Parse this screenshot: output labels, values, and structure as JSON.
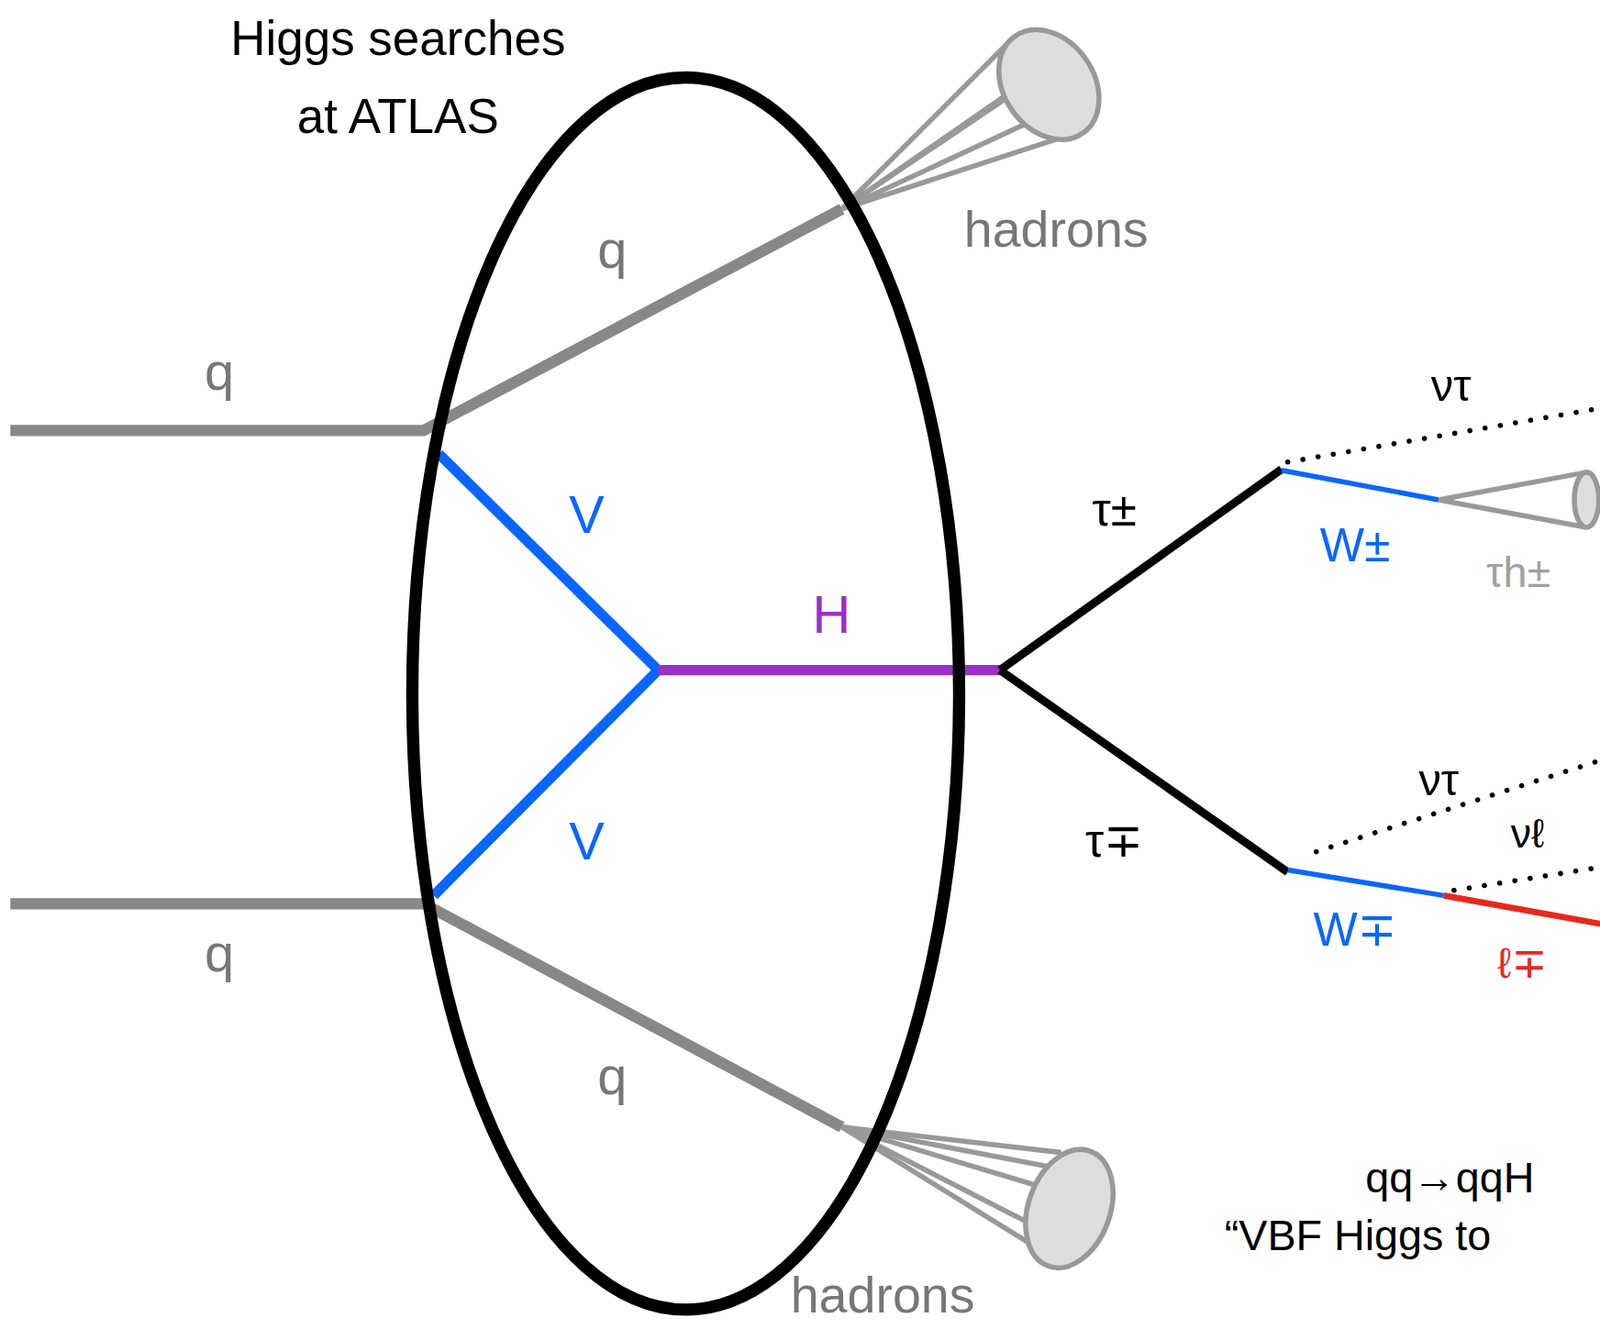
{
  "diagram": {
    "title": "Higgs searches at ATLAS",
    "labels": [
      "hadrons",
      "q",
      "q",
      "V",
      "H",
      "V",
      "q",
      "q",
      "hadrons",
      "ντ",
      "τ±",
      "W±",
      "τh±",
      "τ∓",
      "ντ",
      "νℓ",
      "W∓",
      "ℓ∓",
      "qq→qqH",
      "“VBF Higgs to"
    ]
  }
}
